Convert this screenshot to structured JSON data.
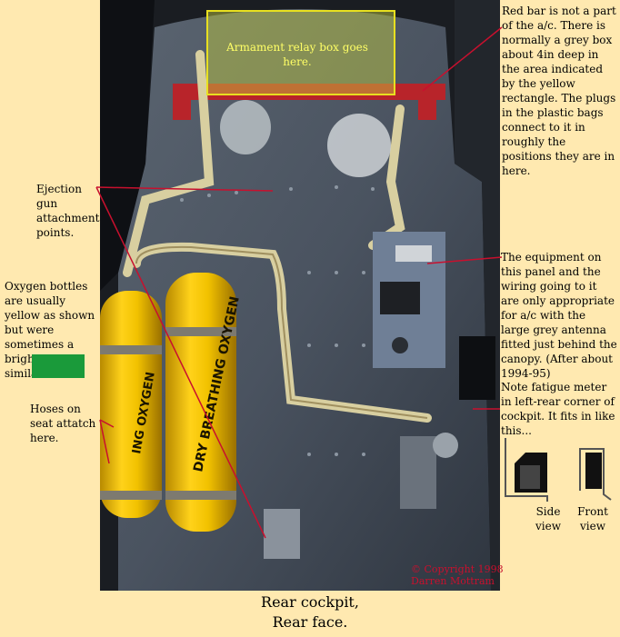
{
  "armament_label": "Armament relay box goes here.",
  "notes": {
    "red_bar": "Red bar is not a part of the a/c. There is normally a grey box about 4in deep in the area indicated by the yellow rectangle. The plugs in the plastic bags connect to it in roughly the positions they are in here.",
    "ejection": "Ejection gun attachment points.",
    "oxygen": "Oxygen bottles are usually yellow as shown but were sometimes a bright green, similar to this.",
    "hoses": "Hoses on seat attatch here.",
    "equipment": "The equipment on this panel and the wiring going to it are only appropriate for a/c with the large grey antenna fitted just behind the canopy. (After about 1994-95)",
    "fatigue": "Note fatigue meter in left-rear corner of cockpit. It fits in like this..."
  },
  "diagram_labels": {
    "side_view": "Side view",
    "front_view": "Front view"
  },
  "copyright": "© Copyright 1998 Darren Mottram",
  "caption": [
    "Rear cockpit,",
    "Rear face."
  ],
  "colors": {
    "background": "#ffe9b0",
    "green_swatch": "#1a9a3a",
    "yellow_box": "#e8e020",
    "leader": "#c8102e"
  }
}
